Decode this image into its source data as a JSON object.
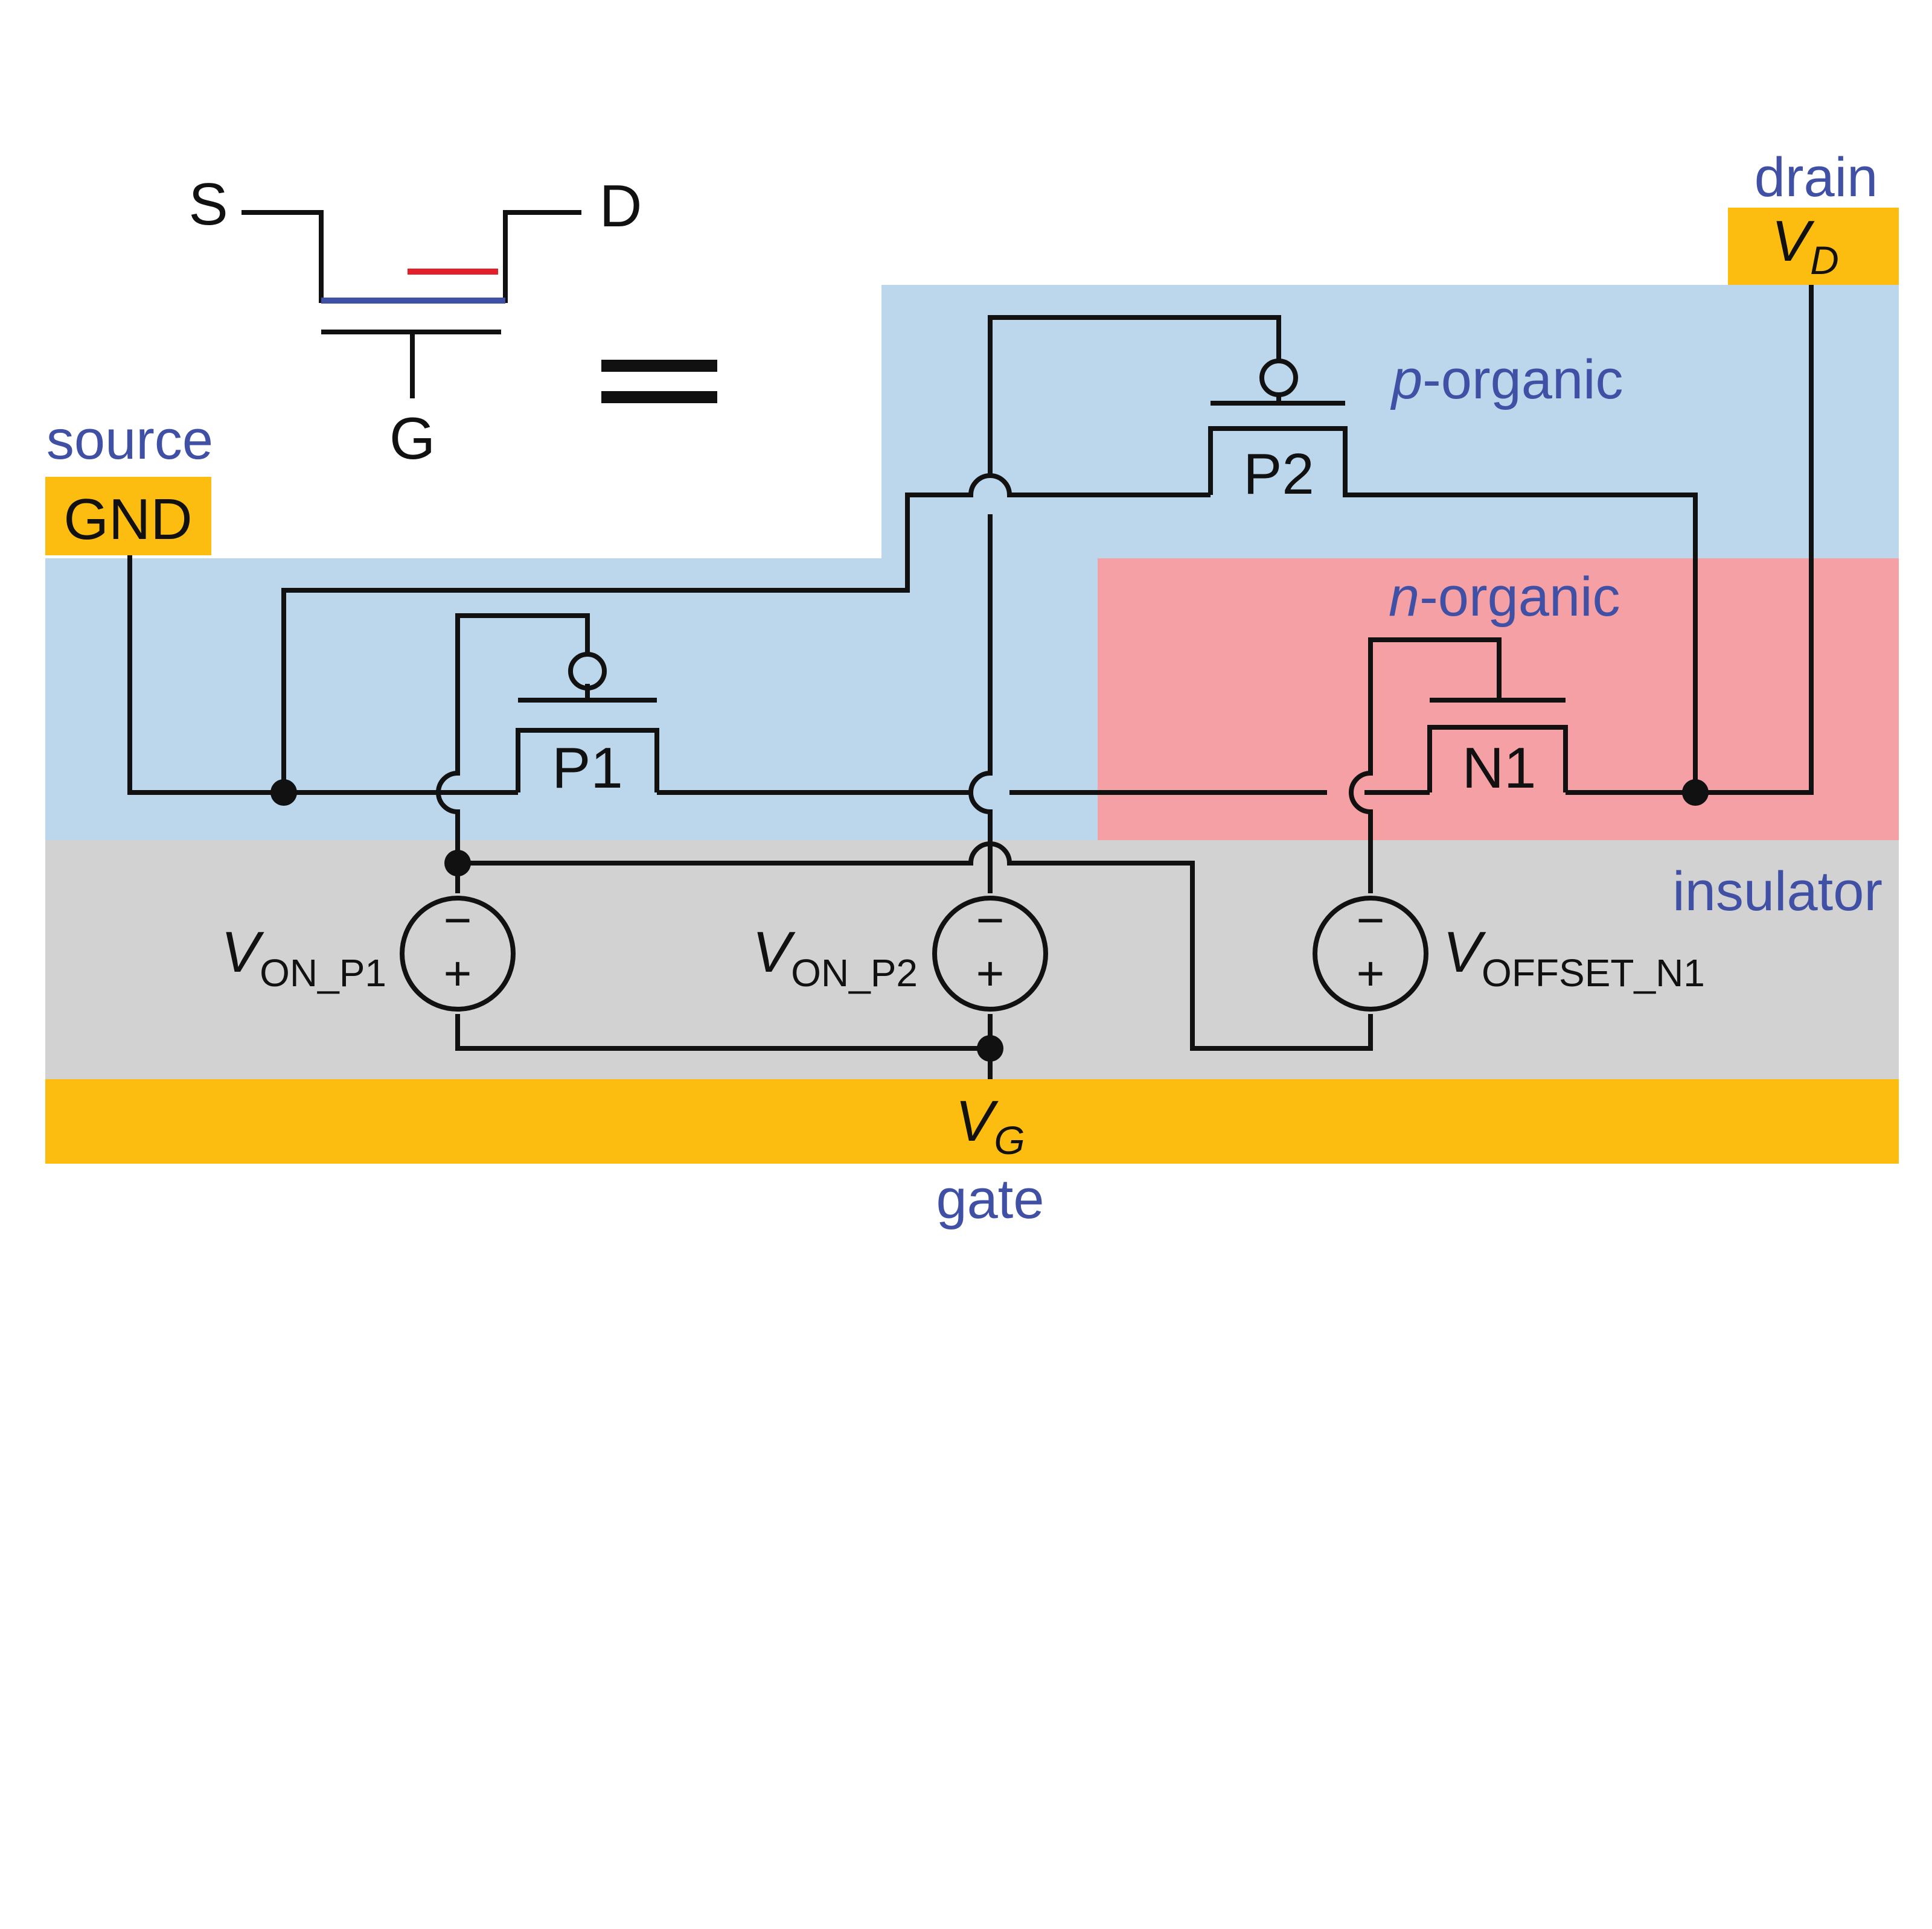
{
  "colors": {
    "p_organic_region": "#bcd7ec",
    "n_organic_region": "#f4a0a4",
    "insulator_region": "#d2d2d2",
    "electrode": "#fdbd10",
    "label_text": "#4051a5",
    "wire": "#111111",
    "legend_p_channel": "#4051a5",
    "legend_n_channel": "#e3202a"
  },
  "legend_symbol": {
    "source_terminal": "S",
    "drain_terminal": "D",
    "gate_terminal": "G",
    "equals_sign": "="
  },
  "regions": {
    "source": {
      "label": "source",
      "electrode_label": "GND"
    },
    "drain": {
      "label": "drain",
      "electrode_symbol": "V",
      "electrode_subscript": "D"
    },
    "gate": {
      "label": "gate",
      "electrode_symbol": "V",
      "electrode_subscript": "G"
    },
    "p_organic": {
      "prefix": "p",
      "suffix": "-organic"
    },
    "n_organic": {
      "prefix": "n",
      "suffix": "-organic"
    },
    "insulator": {
      "label": "insulator"
    }
  },
  "transistors": [
    {
      "id": "P1",
      "label": "P1",
      "type": "p"
    },
    {
      "id": "P2",
      "label": "P2",
      "type": "p"
    },
    {
      "id": "N1",
      "label": "N1",
      "type": "n"
    }
  ],
  "voltage_sources": [
    {
      "symbol": "V",
      "subscript": "ON_P1",
      "minus": "−",
      "plus": "+"
    },
    {
      "symbol": "V",
      "subscript": "ON_P2",
      "minus": "−",
      "plus": "+"
    },
    {
      "symbol": "V",
      "subscript": "OFFSET_N1",
      "minus": "−",
      "plus": "+"
    }
  ]
}
